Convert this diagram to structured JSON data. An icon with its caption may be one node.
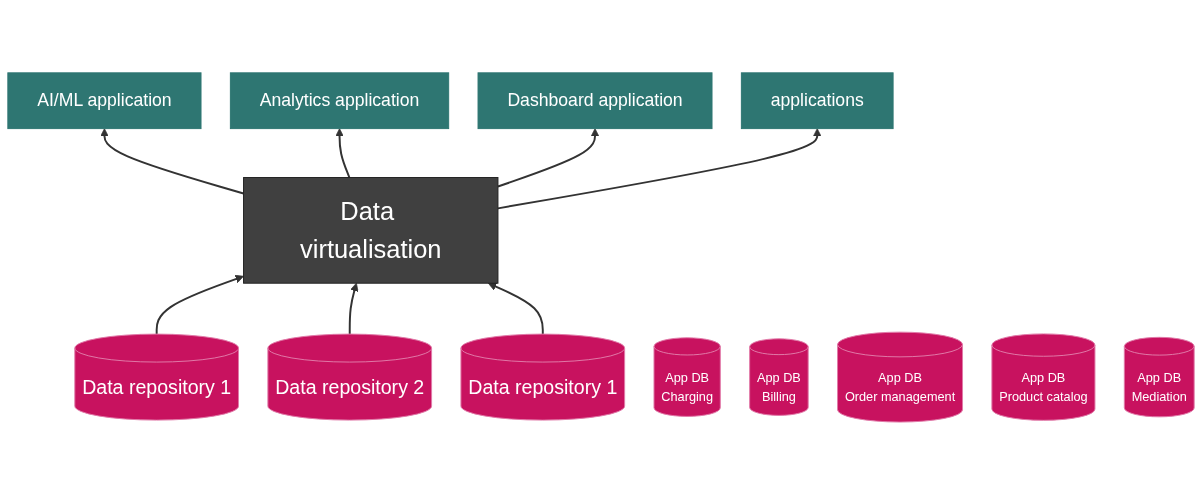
{
  "diagram": {
    "nodes": [
      {
        "text": [
          "AI/ML application"
        ]
      },
      {
        "text": [
          "Analytics application"
        ]
      },
      {
        "text": [
          "Dashboard application"
        ]
      },
      {
        "text": [
          "applications"
        ]
      },
      {
        "text": [
          "Data virtualisation"
        ]
      },
      {
        "text": [
          "Data repository 1"
        ]
      },
      {
        "text": [
          "Data repository 2"
        ]
      },
      {
        "text": [
          "Data repository 1"
        ]
      },
      {
        "text": [
          "App DB",
          "Charging"
        ]
      },
      {
        "text": [
          "App DB",
          "Billing"
        ]
      },
      {
        "text": [
          "App DB",
          "Order management"
        ]
      },
      {
        "text": [
          "App DB",
          "Product catalog"
        ]
      },
      {
        "text": [
          "App DB",
          "Mediation"
        ]
      }
    ],
    "edges": [
      {
        "from": 4,
        "to": 0,
        "arrow": "to"
      },
      {
        "from": 4,
        "to": 1,
        "arrow": "to"
      },
      {
        "from": 4,
        "to": 2,
        "arrow": "to"
      },
      {
        "from": 4,
        "to": 3,
        "arrow": "to"
      },
      {
        "from": 5,
        "to": 4,
        "arrow": "to"
      },
      {
        "from": 6,
        "to": 4,
        "arrow": "to"
      },
      {
        "from": 7,
        "to": 4,
        "arrow": "to"
      }
    ]
  }
}
